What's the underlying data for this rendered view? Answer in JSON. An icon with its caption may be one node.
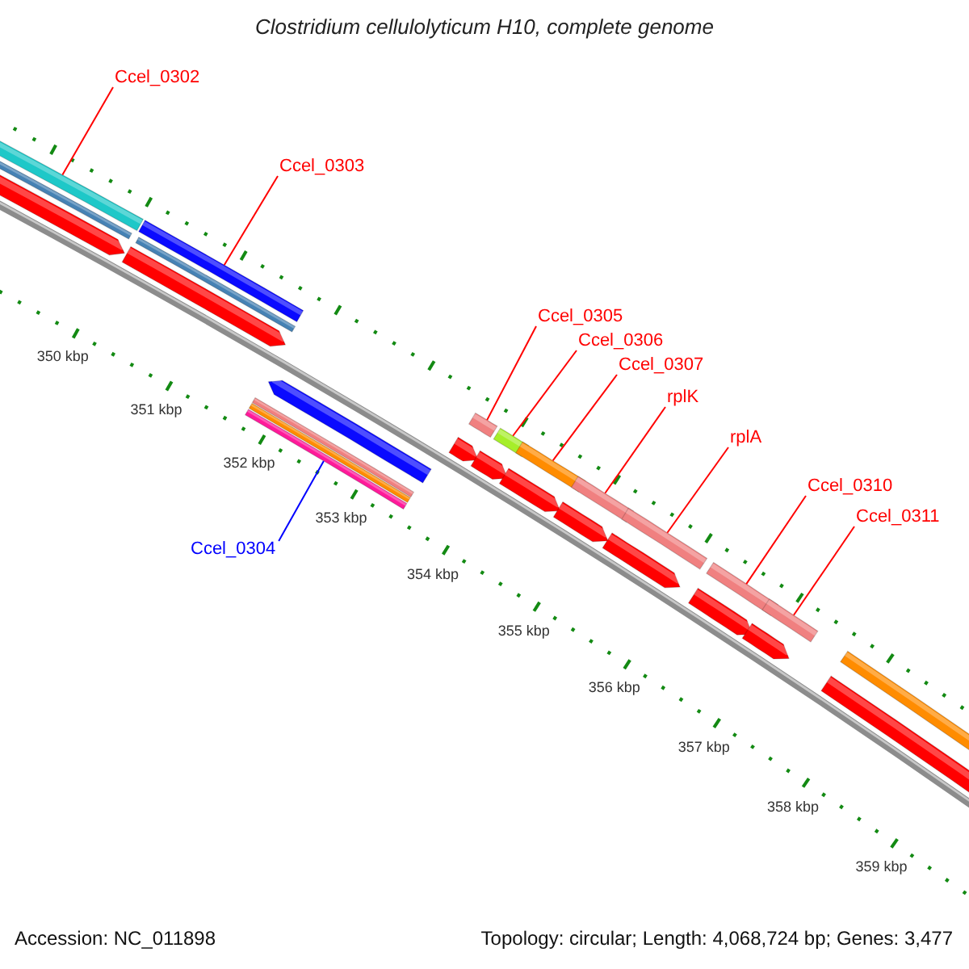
{
  "diagram": {
    "title": "Clostridium cellulolyticum H10, complete genome",
    "nodes": [
      {
        "text": [
          "Ccel_0302"
        ]
      },
      {
        "text": [
          "Ccel_0303"
        ]
      },
      {
        "text": [
          "Ccel_0304"
        ]
      },
      {
        "text": [
          "Ccel_0305"
        ]
      },
      {
        "text": [
          "Ccel_0306"
        ]
      },
      {
        "text": [
          "Ccel_0307"
        ]
      },
      {
        "text": [
          "rplK"
        ]
      },
      {
        "text": [
          "rplA"
        ]
      },
      {
        "text": [
          "Ccel_0310"
        ]
      },
      {
        "text": [
          "Ccel_0311"
        ]
      },
      {
        "text": [],
        "shape": "bar"
      },
      {
        "text": [],
        "shape": "bar"
      },
      {
        "text": [],
        "shape": "bar"
      },
      {
        "text": [],
        "shape": "bar"
      },
      {
        "text": [],
        "shape": "bar"
      },
      {
        "text": [],
        "shape": "bar"
      },
      {
        "text": [],
        "shape": "bar"
      },
      {
        "text": [],
        "shape": "bar"
      },
      {
        "text": [],
        "shape": "bar"
      },
      {
        "text": [],
        "shape": "bar"
      }
    ],
    "edges": [
      {
        "from": 0,
        "to": 10,
        "arrow": "none"
      },
      {
        "from": 1,
        "to": 11,
        "arrow": "none"
      },
      {
        "from": 2,
        "to": 12,
        "arrow": "none",
        "color": "#0000ff"
      },
      {
        "from": 3,
        "to": 13,
        "arrow": "none"
      },
      {
        "from": 4,
        "to": 14,
        "arrow": "none"
      },
      {
        "from": 5,
        "to": 15,
        "arrow": "none"
      },
      {
        "from": 6,
        "to": 16,
        "arrow": "none"
      },
      {
        "from": 7,
        "to": 17,
        "arrow": "none"
      },
      {
        "from": 8,
        "to": 18,
        "arrow": "none"
      },
      {
        "from": 9,
        "to": 19,
        "arrow": "none"
      }
    ],
    "labels": [
      "350 kbp",
      "351 kbp",
      "352 kbp",
      "353 kbp",
      "354 kbp",
      "355 kbp",
      "356 kbp",
      "357 kbp",
      "358 kbp",
      "359 kbp",
      "Accession: NC_011898",
      "Topology: circular; Length: 4,068,724 bp; Genes: 3,477"
    ]
  }
}
